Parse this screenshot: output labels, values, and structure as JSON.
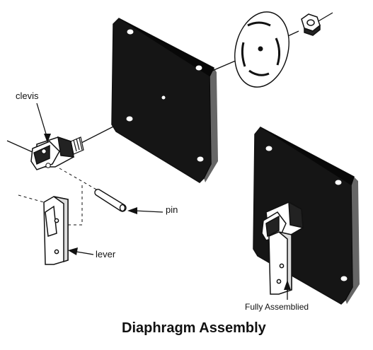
{
  "labels": {
    "clevis": "clevis",
    "pin": "pin",
    "lever": "lever",
    "fully_assembled": "Fully Assemblied"
  },
  "title": "Diaphragm Assembly",
  "colors": {
    "ink": "#111111",
    "paper": "#ffffff",
    "plate": "#151515"
  }
}
